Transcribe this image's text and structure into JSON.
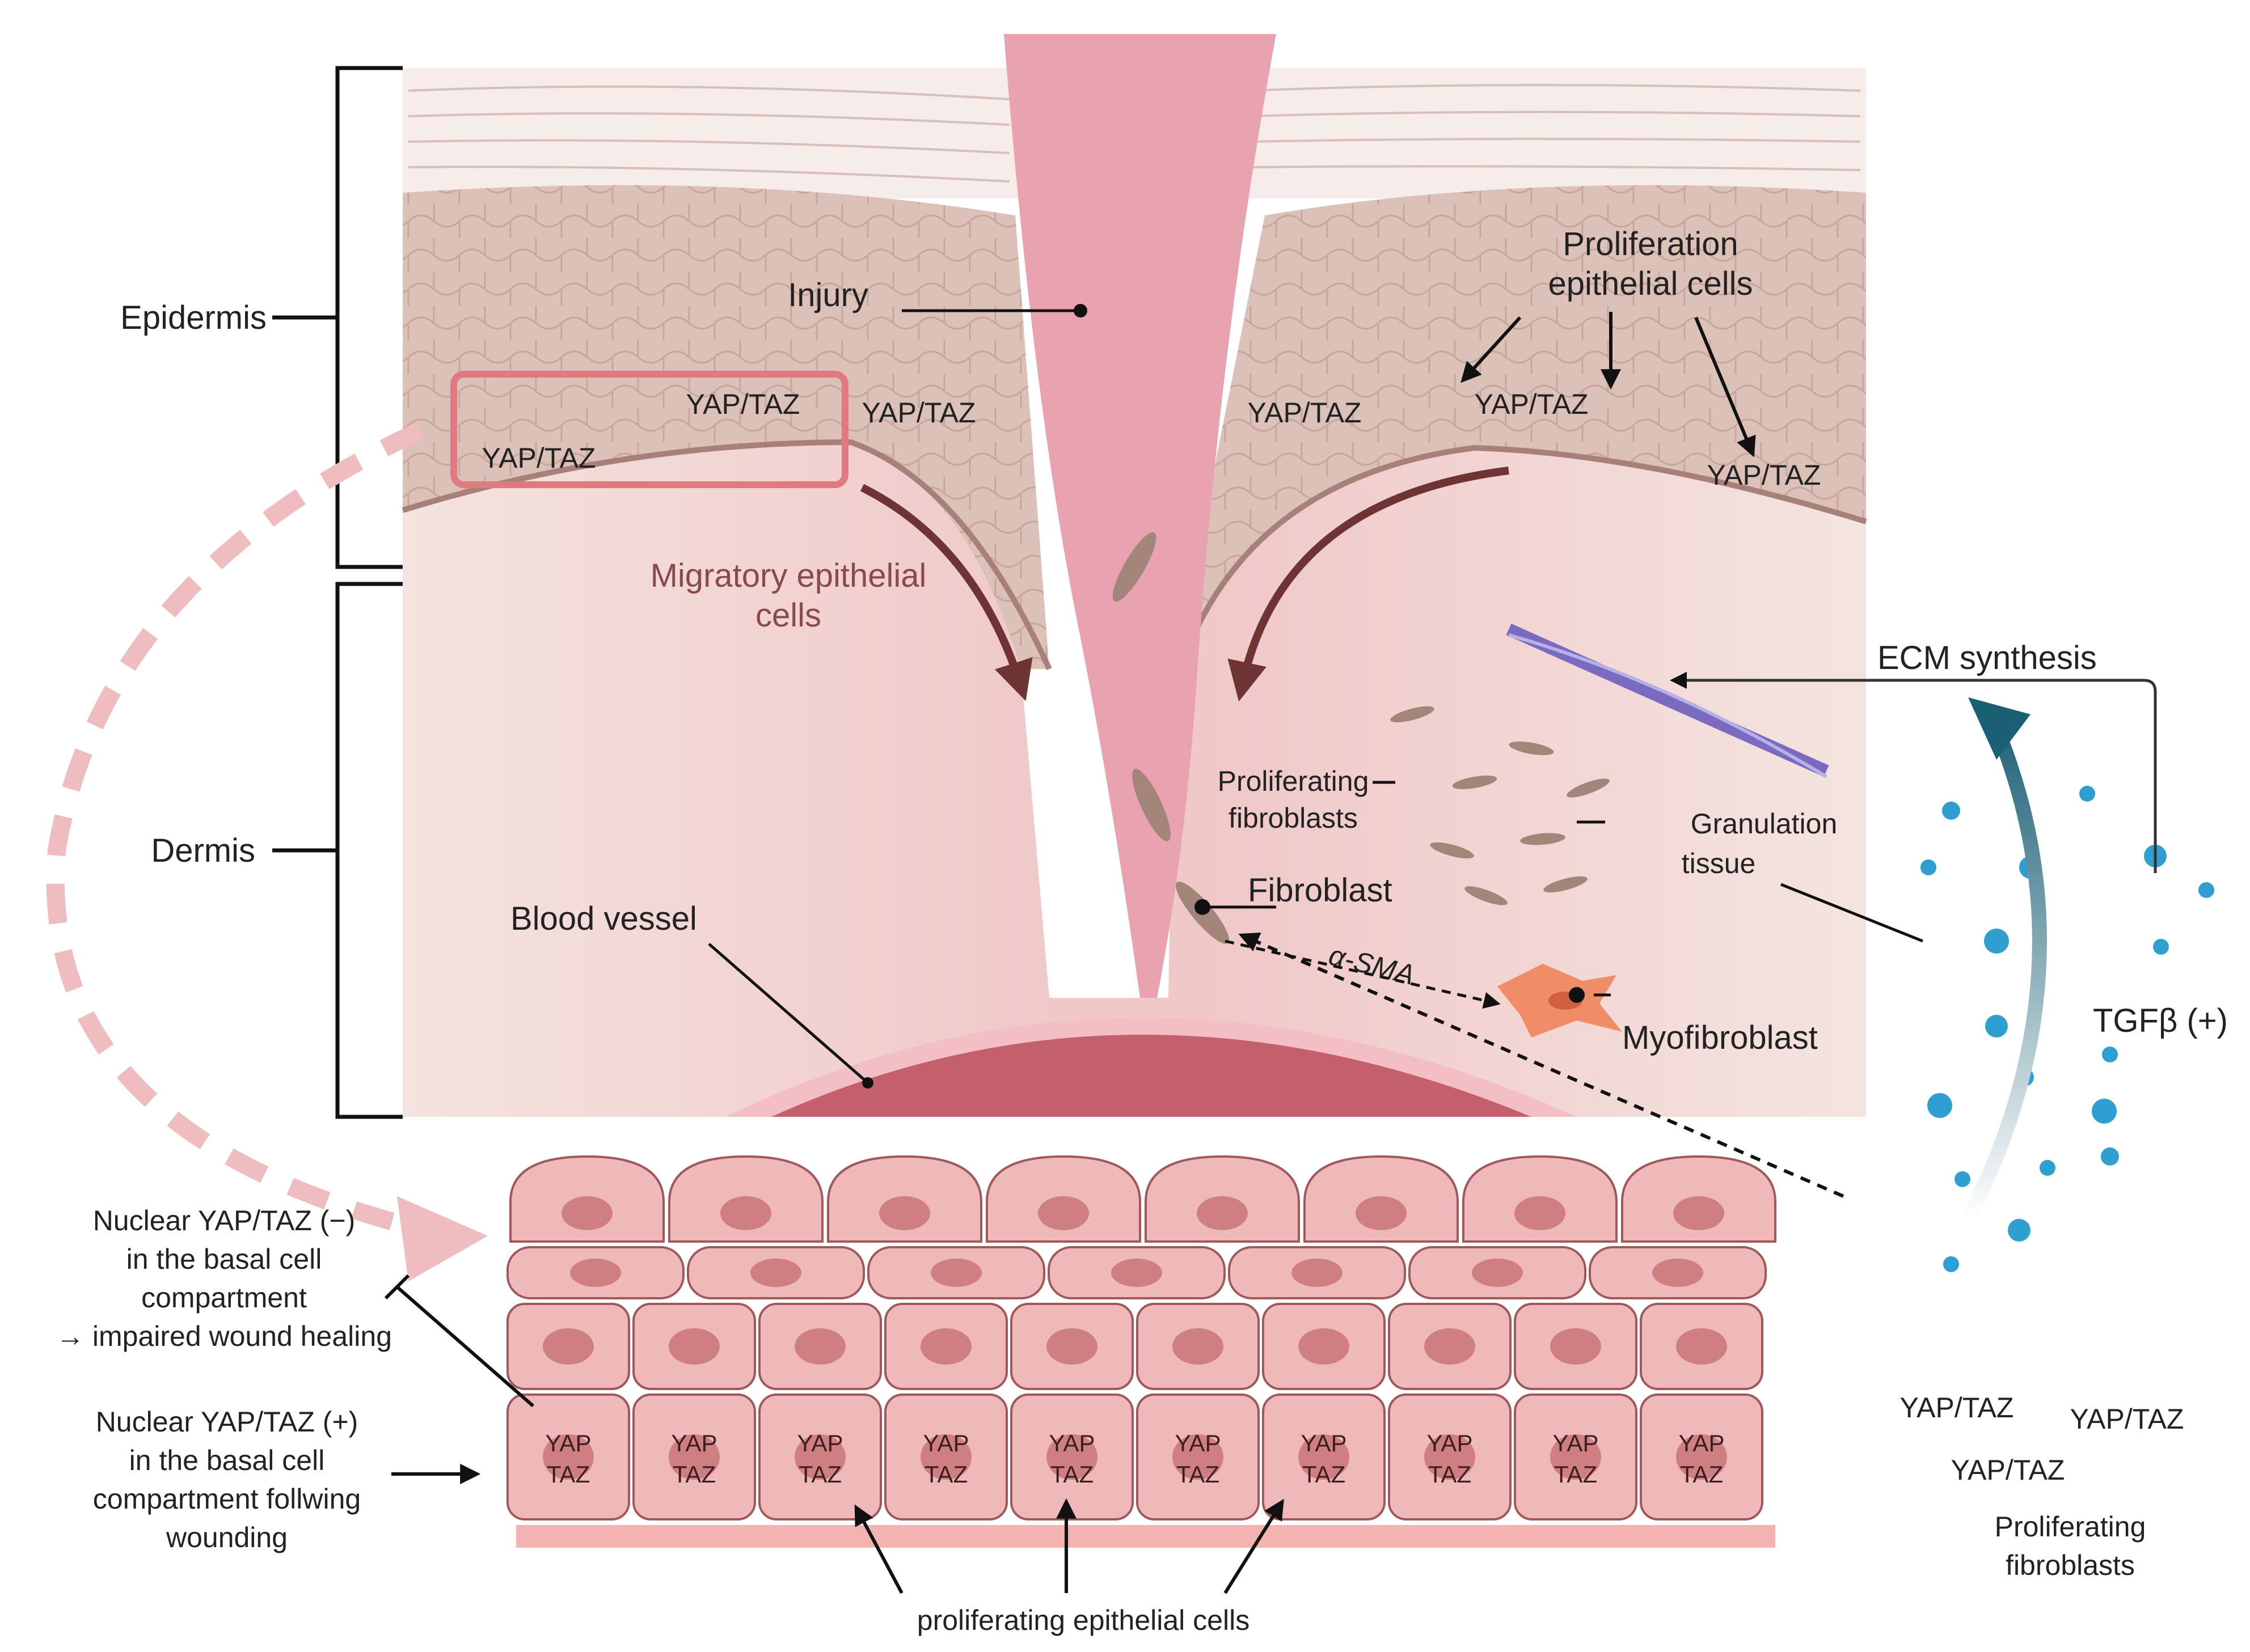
{
  "labels": {
    "epidermis": "Epidermis",
    "dermis": "Dermis",
    "injury": "Injury",
    "proliferation_line1": "Proliferation",
    "proliferation_line2": "epithelial cells",
    "migratory_line1": "Migratory epithelial",
    "migratory_line2": "cells",
    "ecm_synthesis": "ECM synthesis",
    "prolif_fibro_line1": "Proliferating",
    "prolif_fibro_line2": "fibroblasts",
    "granulation_line1": "Granulation",
    "granulation_line2": "tissue",
    "fibroblast": "Fibroblast",
    "alpha_sma": "α-SMA",
    "myofibroblast": "Myofibroblast",
    "blood_vessel": "Blood vessel",
    "tgfb": "TGFβ (+)",
    "yap_taz": "YAP/TAZ",
    "yap": "YAP",
    "taz": "TAZ",
    "neg_line1": "Nuclear YAP/TAZ (−)",
    "neg_line2": "in the basal cell",
    "neg_line3": "compartment",
    "neg_line4": "→ impaired wound healing",
    "pos_line1": "Nuclear YAP/TAZ (+)",
    "pos_line2": "in the basal cell",
    "pos_line3": "compartment follwing",
    "pos_line4": "wounding",
    "bottom_prolif": "proliferating epithelial cells",
    "right_prolif_line1": "Proliferating",
    "right_prolif_line2": "fibroblasts"
  },
  "colors": {
    "skin_top": "#f3e6e2",
    "epidermis": "#d9bcb3",
    "dermis": "#f2dcd8",
    "injury": "#e9a3b0",
    "vessel": "#c4606e",
    "cell": "#f0b9b9",
    "nucleus": "#cf7f82",
    "teal": "#1f6f86",
    "dots": "#2e9fd0",
    "dashed_pink": "#efbcc0"
  }
}
